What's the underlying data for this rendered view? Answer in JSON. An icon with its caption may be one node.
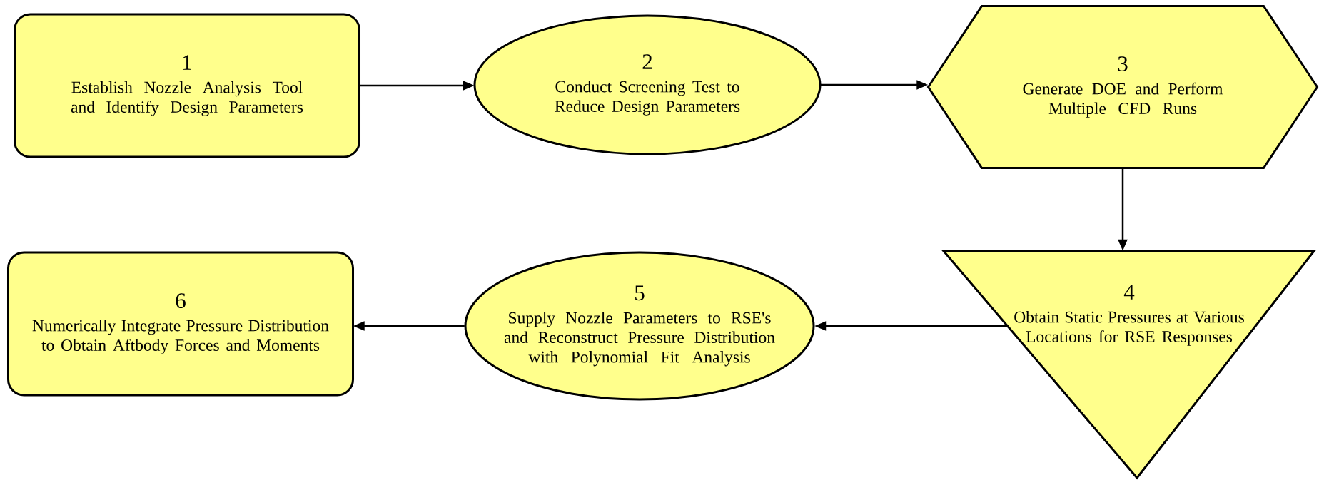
{
  "diagram": {
    "nodes": [
      {
        "text": [
          "1",
          "Establish Nozzle Analysis Tool and Identify Design Parameters"
        ]
      },
      {
        "text": [
          "2",
          "Conduct Screening Test to Reduce Design Parameters"
        ]
      },
      {
        "text": [
          "3",
          "Generate DOE and Perform Multiple CFD Runs"
        ]
      },
      {
        "text": [
          "4",
          "Obtain Static Pressures at Various Locations for RSE Responses"
        ]
      },
      {
        "text": [
          "5",
          "Supply Nozzle Parameters to RSE's and Reconstruct Pressure Distribution with Polynomial Fit Analysis"
        ]
      },
      {
        "text": [
          "6",
          "Numerically Integrate Pressure Distribution to Obtain Aftbody Forces and Moments"
        ]
      }
    ],
    "edges": [
      {
        "from": 0,
        "to": 1,
        "arrow": "to"
      },
      {
        "from": 1,
        "to": 2,
        "arrow": "to"
      },
      {
        "from": 2,
        "to": 3,
        "arrow": "to"
      },
      {
        "from": 3,
        "to": 4,
        "arrow": "to"
      },
      {
        "from": 4,
        "to": 5,
        "arrow": "to"
      }
    ]
  }
}
